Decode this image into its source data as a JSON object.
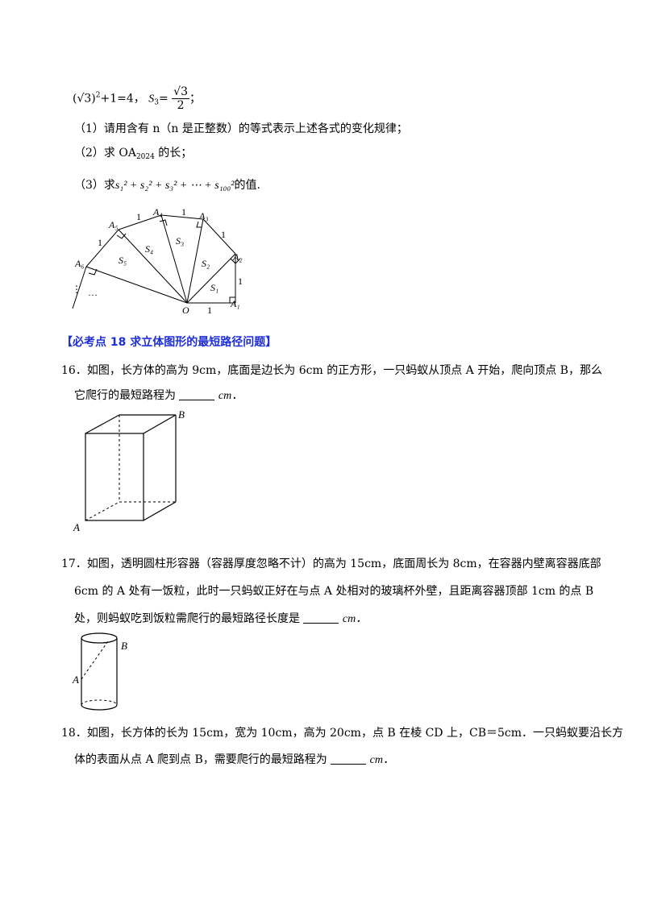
{
  "continuation": {
    "formula_prefix": "(",
    "sqrt3": "√3",
    "formula_mid": ")",
    "formula_sup": "2",
    "formula_tail": "+1=4，",
    "s3_label": "S",
    "s3_sub": "3",
    "equals": "=",
    "frac_num": "√3",
    "frac_den": "2",
    "semicolon": "；"
  },
  "q15": {
    "part1": "（1）请用含有 n（n 是正整数）的等式表示上述各式的变化规律；",
    "part2_a": "（2）求 OA",
    "part2_sub": "2024",
    "part2_b": " 的长；",
    "part3_a": "（3）求",
    "part3_expr": "s₁² + s₂² + s₃² + ⋯ + s₁₀₀²",
    "part3_b": "的值."
  },
  "spiral_figure": {
    "labels": {
      "A1": "A₁",
      "A2": "A₂",
      "A3": "A₃",
      "A4": "A₄",
      "A5": "A₅",
      "A6": "A₆",
      "O": "O",
      "S1": "S₁",
      "S2": "S₂",
      "S3": "S₃",
      "S4": "S₄",
      "S5": "S₅",
      "one": "1",
      "dots_v": "⋮",
      "dots_h": "…"
    }
  },
  "heading": "【必考点 18   求立体图形的最短路径问题】",
  "q16": {
    "line1": "16．如图，长方体的高为 9cm，底面是边长为 6cm 的正方形，一只蚂蚁从顶点 A 开始，爬向顶点 B，那么",
    "line2_a": "它爬行的最短路程为",
    "line2_b": "cm．",
    "label_A": "A",
    "label_B": "B"
  },
  "q17": {
    "line1": "17．如图，透明圆柱形容器（容器厚度忽略不计）的高为 15cm，底面周长为 8cm，在容器内壁离容器底部",
    "line2": "6cm 的 A 处有一饭粒，此时一只蚂蚁正好在与点 A 处相对的玻璃杯外壁，且距离容器顶部 1cm 的点 B",
    "line3_a": "处，则蚂蚁吃到饭粒需爬行的最短路径长度是",
    "line3_b": "cm．",
    "label_A": "A",
    "label_B": "B"
  },
  "q18": {
    "line1": "18．如图，长方体的长为 15cm，宽为 10cm，高为 20cm，点 B 在棱 CD 上，CB＝5cm．一只蚂蚁要沿长方",
    "line2_a": "体的表面从点 A 爬到点 B，需要爬行的最短路程为",
    "line2_b": "cm．"
  }
}
